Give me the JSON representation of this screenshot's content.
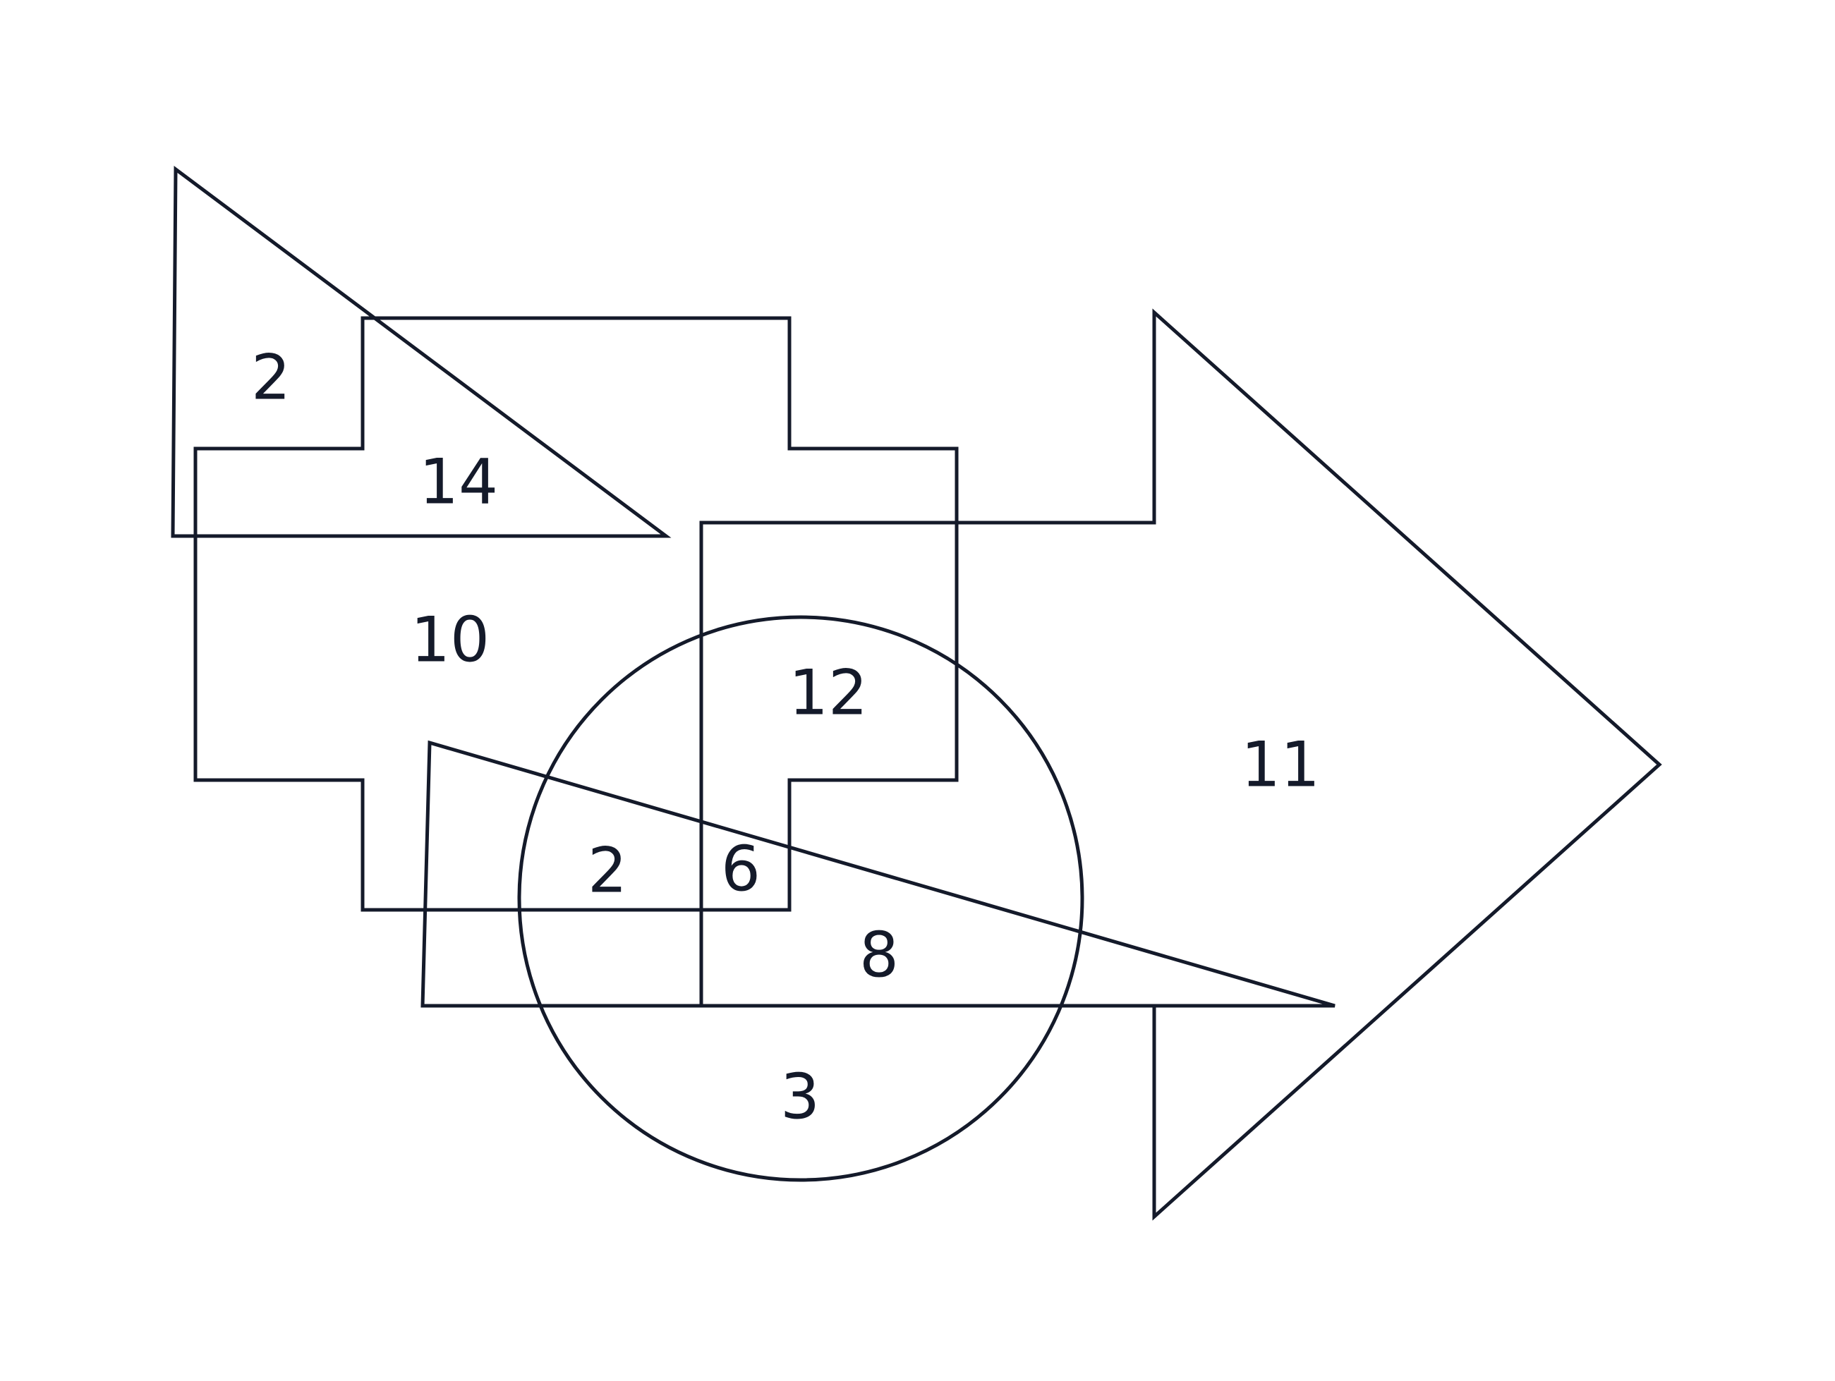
{
  "diagram": {
    "line_color": "#141a2a",
    "background": "#ffffff",
    "shapes": [
      "triangle",
      "cross",
      "arrow",
      "circle",
      "triangle",
      "rectangle"
    ],
    "region_labels": [
      "2",
      "14",
      "10",
      "12",
      "11",
      "2",
      "6",
      "8",
      "3"
    ]
  }
}
